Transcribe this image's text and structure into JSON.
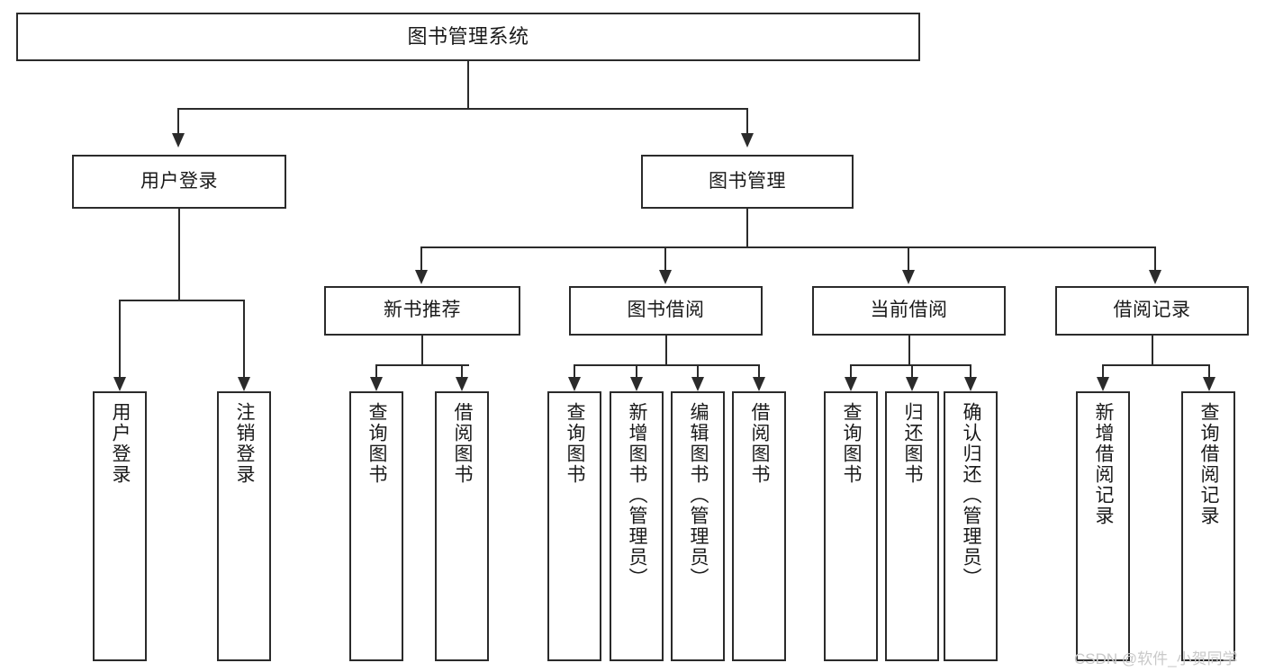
{
  "diagram": {
    "title": "图书管理系统",
    "type": "hierarchy-tree",
    "root": {
      "label": "图书管理系统"
    },
    "level2": [
      {
        "label": "用户登录"
      },
      {
        "label": "图书管理"
      }
    ],
    "level3": [
      {
        "label": "新书推荐"
      },
      {
        "label": "图书借阅"
      },
      {
        "label": "当前借阅"
      },
      {
        "label": "借阅记录"
      }
    ],
    "leaves": {
      "user_login": [
        {
          "label": "用户登录"
        },
        {
          "label": "注销登录"
        }
      ],
      "new_book_recommend": [
        {
          "label": "查询图书"
        },
        {
          "label": "借阅图书"
        }
      ],
      "book_borrow": [
        {
          "label": "查询图书"
        },
        {
          "label": "新增图书（管理员）"
        },
        {
          "label": "编辑图书（管理员）"
        },
        {
          "label": "借阅图书"
        }
      ],
      "current_borrow": [
        {
          "label": "查询图书"
        },
        {
          "label": "归还图书"
        },
        {
          "label": "确认归还（管理员）"
        }
      ],
      "borrow_record": [
        {
          "label": "新增借阅记录"
        },
        {
          "label": "查询借阅记录"
        }
      ]
    }
  },
  "watermark": {
    "text": "CSDN @软件_小贺同学"
  },
  "colors": {
    "stroke": "#2b2b2b",
    "background": "#ffffff",
    "text": "#1a1a1a",
    "watermark": "#c9c9c9"
  }
}
